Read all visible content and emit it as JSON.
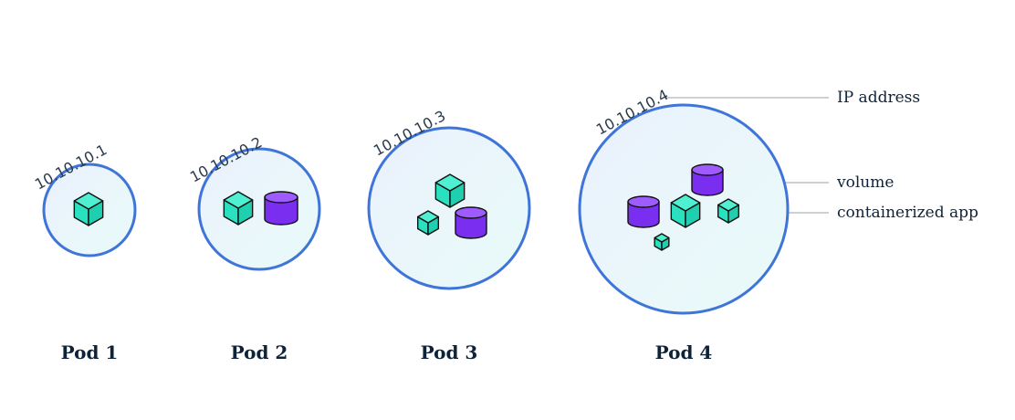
{
  "colors": {
    "pod_stroke": "#3f75d9",
    "pod_fill_start": "#eaf1fd",
    "pod_fill_end": "#e9fbf8",
    "container_top": "#4ff0d2",
    "container_left": "#29e0bf",
    "container_right": "#20cfaf",
    "volume_body": "#7a2ff0",
    "volume_top": "#9e5cff",
    "outline": "#111111"
  },
  "icons": {
    "container": "cube-icon",
    "volume": "cylinder-icon"
  },
  "pods": [
    {
      "label": "Pod 1",
      "ip": "10.10.10.1"
    },
    {
      "label": "Pod 2",
      "ip": "10.10.10.2"
    },
    {
      "label": "Pod 3",
      "ip": "10.10.10.3"
    },
    {
      "label": "Pod 4",
      "ip": "10.10.10.4"
    }
  ],
  "legend": {
    "ip_address": "IP address",
    "volume": "volume",
    "containerized_app": "containerized app"
  }
}
